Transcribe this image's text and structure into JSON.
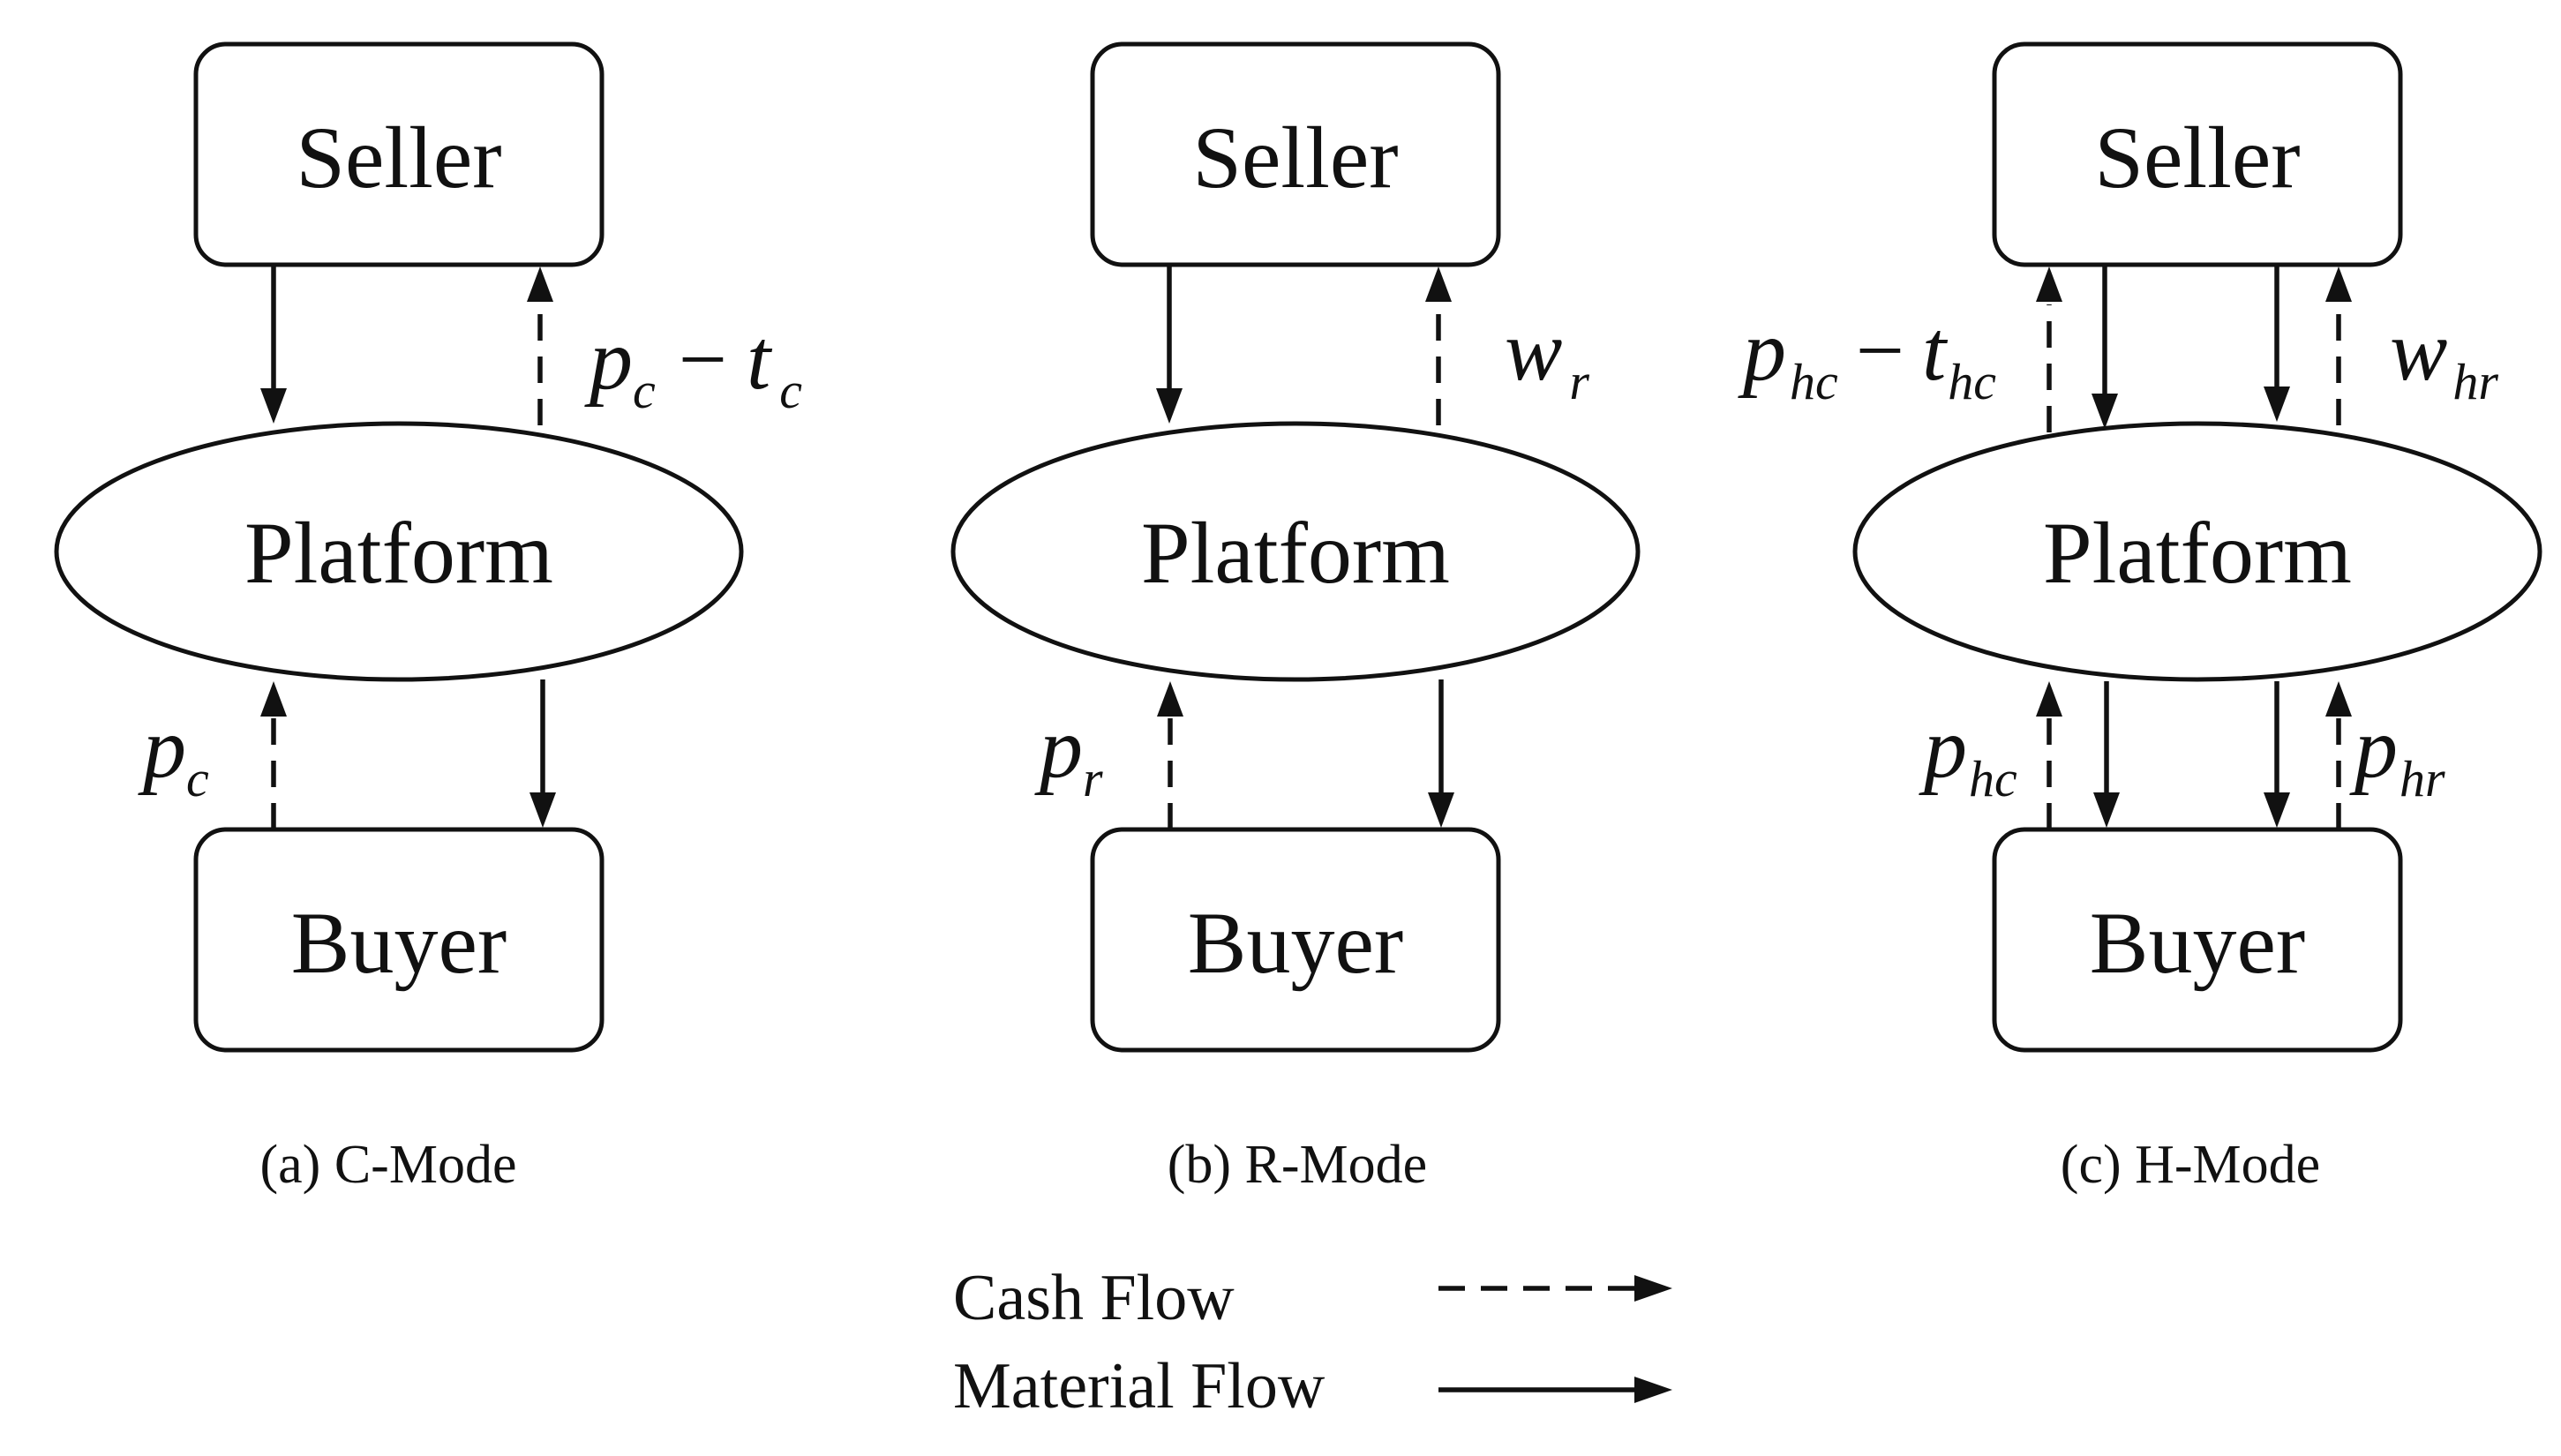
{
  "panels": [
    {
      "caption": "(a) C-Mode",
      "seller": "Seller",
      "platform": "Platform",
      "buyer": "Buyer",
      "top_label": {
        "parts": [
          [
            "p",
            "c"
          ],
          [
            "t",
            "c"
          ]
        ],
        "operator": "−"
      },
      "bottom_label": {
        "parts": [
          [
            "p",
            "c"
          ]
        ]
      }
    },
    {
      "caption": "(b) R-Mode",
      "seller": "Seller",
      "platform": "Platform",
      "buyer": "Buyer",
      "top_label": {
        "parts": [
          [
            "w",
            "r"
          ]
        ]
      },
      "bottom_label": {
        "parts": [
          [
            "p",
            "r"
          ]
        ]
      }
    },
    {
      "caption": "(c) H-Mode",
      "seller": "Seller",
      "platform": "Platform",
      "buyer": "Buyer",
      "top_left_label": {
        "parts": [
          [
            "p",
            "hc"
          ],
          [
            "t",
            "hc"
          ]
        ],
        "operator": "−"
      },
      "top_right_label": {
        "parts": [
          [
            "w",
            "hr"
          ]
        ]
      },
      "bottom_left_label": {
        "parts": [
          [
            "p",
            "hc"
          ]
        ]
      },
      "bottom_right_label": {
        "parts": [
          [
            "p",
            "hr"
          ]
        ]
      }
    }
  ],
  "legend": {
    "cash_flow": "Cash Flow",
    "material_flow": "Material Flow"
  }
}
